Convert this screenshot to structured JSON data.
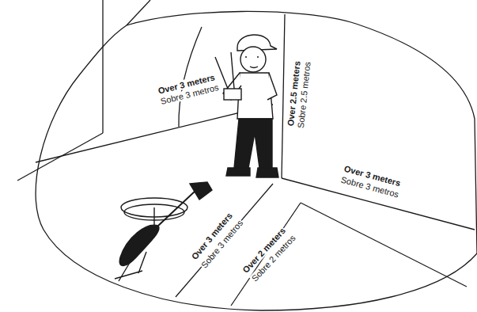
{
  "diagram": {
    "labels": [
      "Over 3 meters",
      "Sobre 3 metros",
      "Over 2.5 meters",
      "Sobre 2.5 metros",
      "Over 3 meters",
      "Sobre 3 metros",
      "Over 3 meters",
      "Sobre 3 metros",
      "Over 2 meters",
      "Sobre 2 metros"
    ]
  }
}
